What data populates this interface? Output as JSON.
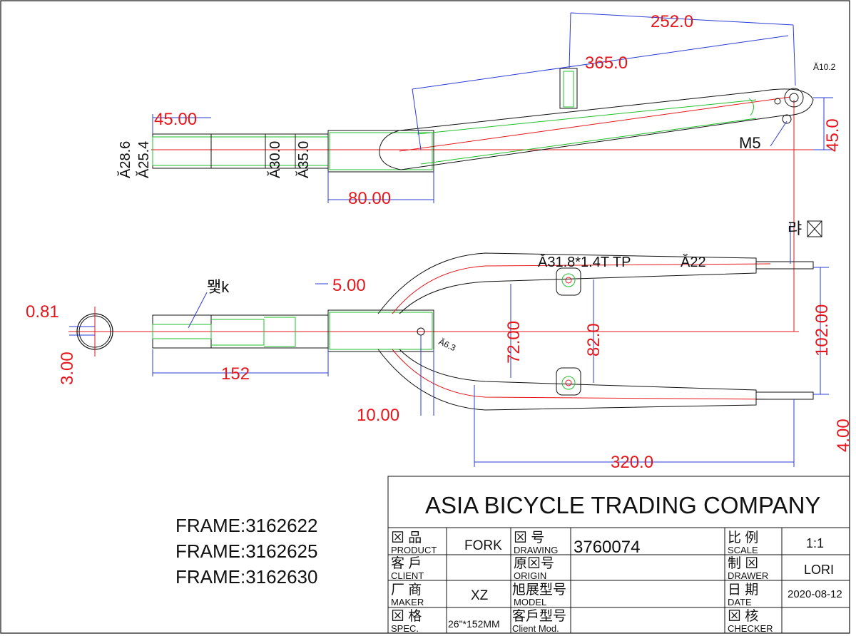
{
  "dimensions": {
    "d252": "252.0",
    "d365": "365.0",
    "d10_2": "Ă10.2",
    "d45_00": "45.00",
    "d28_6": "Ă28.6",
    "d25_4": "Ă25.4",
    "d30_0": "Ă30.0",
    "d35_0": "Ă35.0",
    "d80": "80.00",
    "m5": "M5",
    "d45_0": "45.0",
    "crown_tube": "Ă31.8*1.4T TP",
    "d22": "Ă22",
    "d5": "5.00",
    "d0_81": "0.81",
    "d3": "3.00",
    "d152": "152",
    "d6_3": "Ă6.3",
    "d72": "72.00",
    "d82": "82.0",
    "d102": "102.00",
    "d10": "10.00",
    "d4": "4.00",
    "d320": "320.0",
    "label_rak": "랴",
    "label_pyeok": "뫷k"
  },
  "frames": [
    "FRAME:3162622",
    "FRAME:3162625",
    "FRAME:3162630"
  ],
  "title_block": {
    "company": "ASIA BICYCLE TRADING COMPANY",
    "rows": [
      {
        "c1_cn": "⊠ 品",
        "c1_en": "PRODUCT",
        "c2": "FORK",
        "c3_cn": "⊠ 号",
        "c3_en": "DRAWING",
        "c4": "3760074",
        "c5_cn": "比 例",
        "c5_en": "SCALE",
        "c6": "1:1"
      },
      {
        "c1_cn": "客 戶",
        "c1_en": "CLIENT",
        "c2": "",
        "c3_cn": "原⊠号",
        "c3_en": "ORIGIN",
        "c4": "",
        "c5_cn": "制 ⊠",
        "c5_en": "DRAWER",
        "c6": "LORI"
      },
      {
        "c1_cn": "厂 商",
        "c1_en": "MAKER",
        "c2": "XZ",
        "c3_cn": "旭展型号",
        "c3_en": "MODEL",
        "c4": "",
        "c5_cn": "日 期",
        "c5_en": "DATE",
        "c6": "2020-08-12"
      },
      {
        "c1_cn": "⊠ 格",
        "c1_en": "SPEC.",
        "c2": "26\"*152MM",
        "c3_cn": "客戶型号",
        "c3_en": "Client Mod.",
        "c4": "",
        "c5_cn": "⊠ 核",
        "c5_en": "CHECKER",
        "c6": ""
      }
    ]
  },
  "colors": {
    "dimension": "#e5161b",
    "outline": "#111111",
    "detail": "#1fbf2a",
    "dimline": "#2a3bd6",
    "centerline": "#e5161b"
  }
}
